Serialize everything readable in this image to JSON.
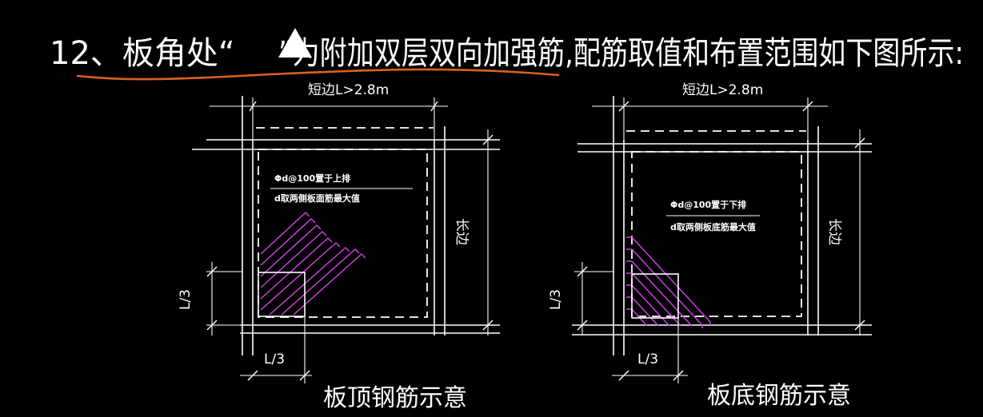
{
  "heading": {
    "text_before": "12、板角处“",
    "text_after": "”为附加双层双向加强筋,配筋取值和布置范围如下图所示:",
    "symbol_icon": "white-triangle-icon",
    "underline_color": "#e0601a"
  },
  "colors": {
    "background": "#000000",
    "lines": "#ffffff",
    "rebar": "#d23be6"
  },
  "left_diagram": {
    "short_side_label": "短边L>2.8m",
    "long_side_label": "长边",
    "corner_dim_vertical": "L/3",
    "corner_dim_horizontal": "L/3",
    "note_line1": "Φd@100置于上排",
    "note_line2": "d取两侧板面筋最大值",
    "caption": "板顶钢筋示意"
  },
  "right_diagram": {
    "short_side_label": "短边L>2.8m",
    "long_side_label": "长边",
    "corner_dim_vertical": "L/3",
    "corner_dim_horizontal": "L/3",
    "note_line1": "Φd@100置于下排",
    "note_line2": "d取两侧板底筋最大值",
    "caption": "板底钢筋示意"
  }
}
